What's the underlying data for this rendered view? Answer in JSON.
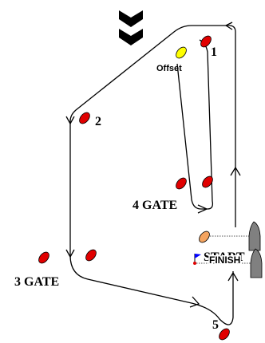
{
  "labels": {
    "mark_1": "1",
    "mark_2": "2",
    "mark_5": "5",
    "offset": "Offset",
    "gate_4": "4 GATE",
    "gate_3": "3 GATE",
    "start": "START",
    "finish": "FINISH"
  },
  "icons": {
    "wind": "double-chevron-down-icon",
    "start_boat": "committee-boat-icon",
    "finish_boat": "finish-boat-icon",
    "finish_flag": "blue-flag-icon",
    "pin_end": "orange-pin-buoy-icon"
  },
  "colors": {
    "mark_fill": "#e00000",
    "offset_fill": "#ffff00",
    "pin_fill": "#f4a460",
    "boat_fill": "#808080",
    "flag_fill": "#0000ff",
    "route_line": "#000000"
  }
}
